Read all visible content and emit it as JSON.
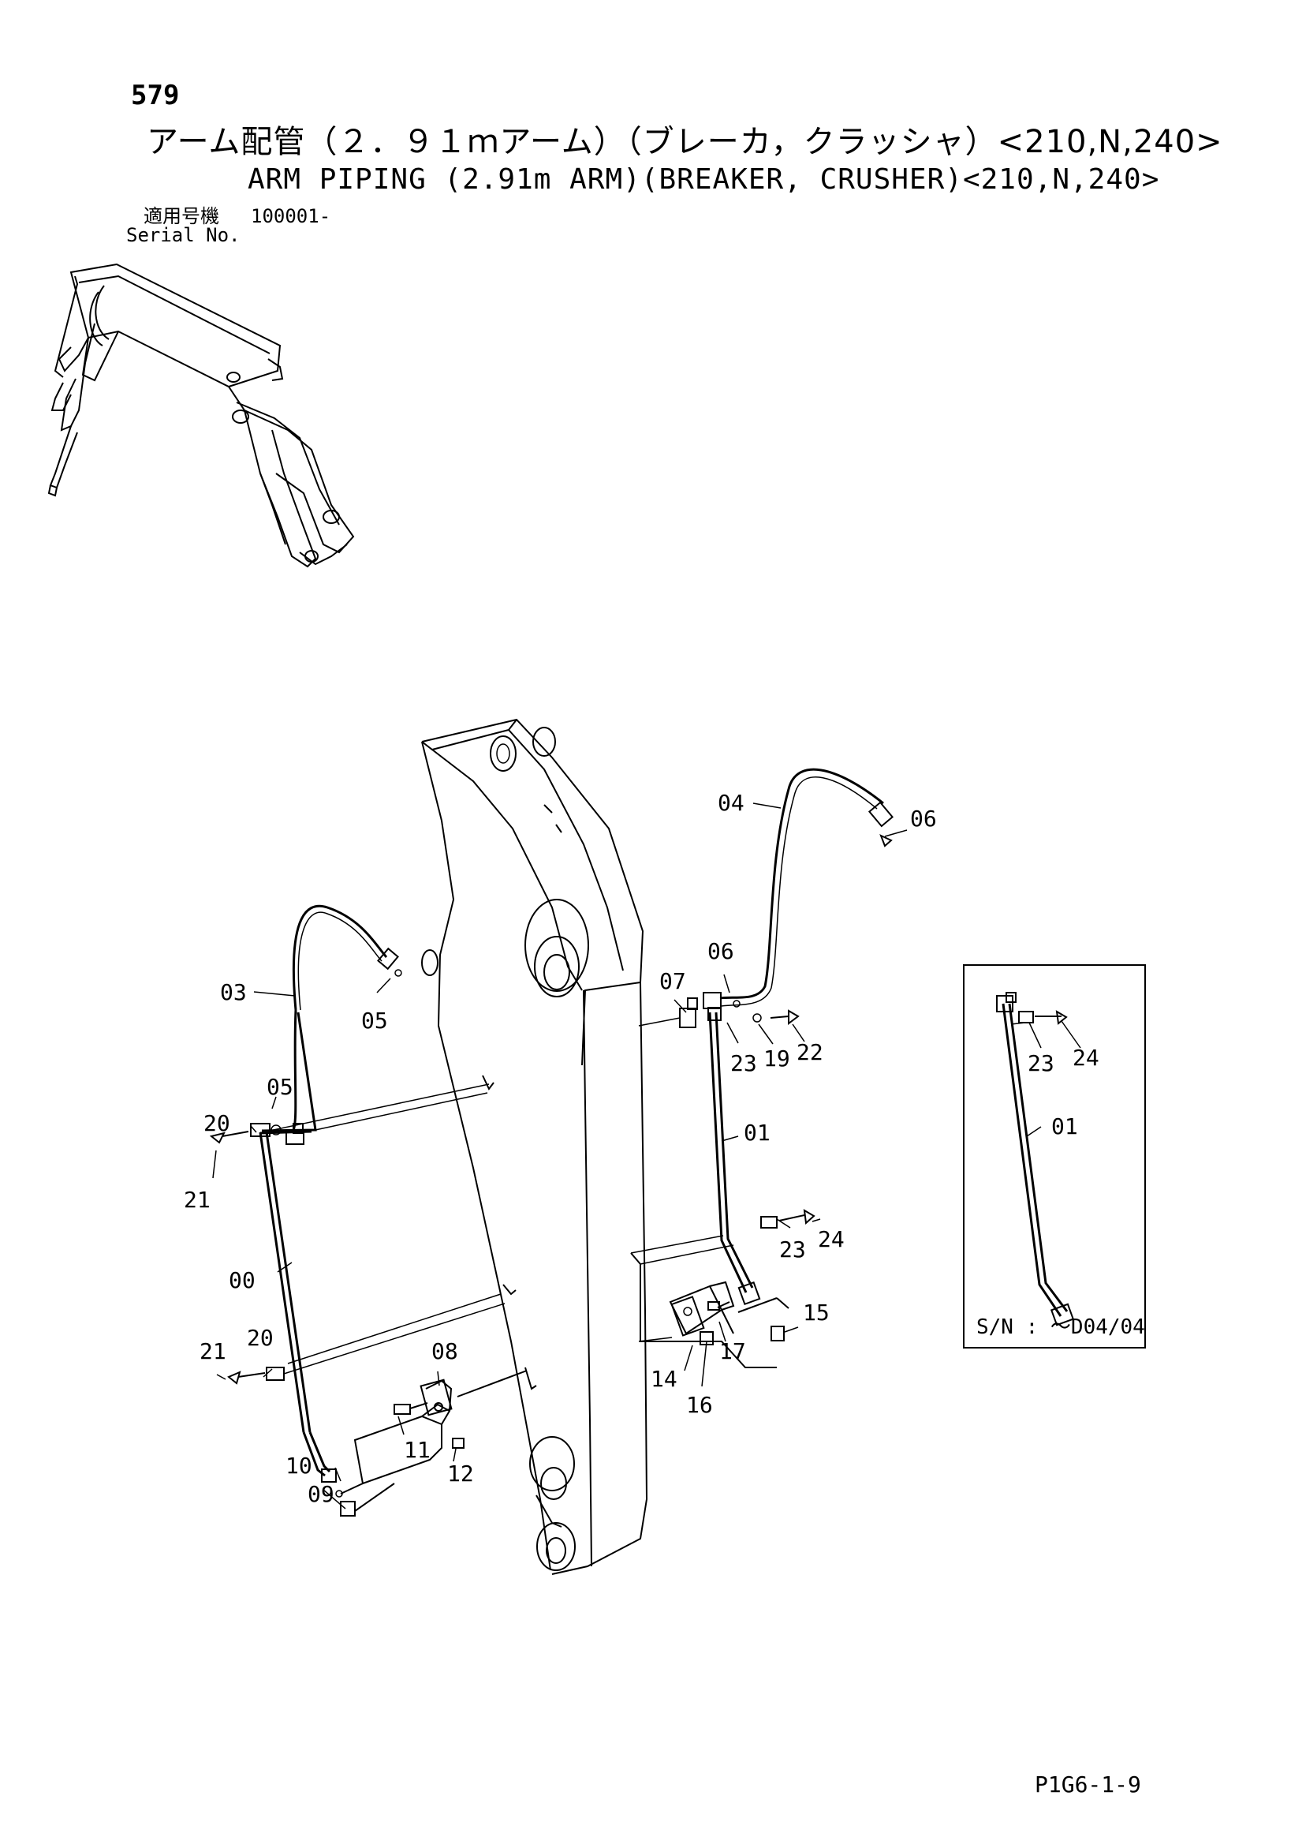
{
  "header": {
    "page_number": "579",
    "title_ja": "アーム配管（２．９１ｍアーム）（ブレーカ，クラッシャ）<210,N,240>",
    "title_en": "ARM PIPING (2.91m ARM)(BREAKER, CRUSHER)<210,N,240>",
    "serial_label_ja": "適用号機",
    "serial_value": "100001-",
    "serial_label_en": "Serial No."
  },
  "callouts": {
    "c04": "04",
    "c06a": "06",
    "c03": "03",
    "c05a": "05",
    "c06b": "06",
    "c07": "07",
    "c23a": "23",
    "c19": "19",
    "c22": "22",
    "c05b": "05",
    "c20a": "20",
    "c21a": "21",
    "c01a": "01",
    "c23b": "23",
    "c24a": "24",
    "c00": "00",
    "c15": "15",
    "c17": "17",
    "c14": "14",
    "c16": "16",
    "c21b": "21",
    "c20b": "20",
    "c08": "08",
    "c11": "11",
    "c10": "10",
    "c12": "12",
    "c09": "09"
  },
  "inset": {
    "c23": "23",
    "c24": "24",
    "c01": "01",
    "sn_text": "S/N : ～D04/04"
  },
  "footer": {
    "page_code": "P1G6-1-9"
  }
}
